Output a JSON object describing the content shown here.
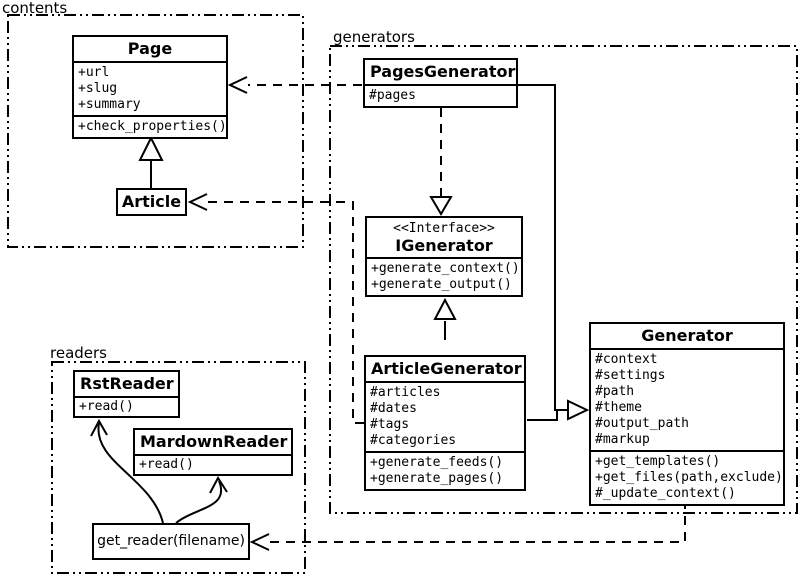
{
  "packages": {
    "contents": {
      "label": "contents"
    },
    "generators": {
      "label": "generators"
    },
    "readers": {
      "label": "readers"
    }
  },
  "classes": {
    "page": {
      "title": "Page",
      "attrs": [
        "+url",
        "+slug",
        "+summary"
      ],
      "methods": [
        "+check_properties()"
      ]
    },
    "article": {
      "title": "Article"
    },
    "pages_generator": {
      "title": "PagesGenerator",
      "attrs": [
        "#pages"
      ]
    },
    "igenerator": {
      "stereotype": "<<Interface>>",
      "title": "IGenerator",
      "methods": [
        "+generate_context()",
        "+generate_output()"
      ]
    },
    "article_generator": {
      "title": "ArticleGenerator",
      "attrs": [
        "#articles",
        "#dates",
        "#tags",
        "#categories"
      ],
      "methods": [
        "+generate_feeds()",
        "+generate_pages()"
      ]
    },
    "generator": {
      "title": "Generator",
      "attrs": [
        "#context",
        "#settings",
        "#path",
        "#theme",
        "#output_path",
        "#markup"
      ],
      "methods": [
        "+get_templates()",
        "+get_files(path,exclude)",
        "#_update_context()"
      ]
    },
    "rst_reader": {
      "title": "RstReader",
      "methods": [
        "+read()"
      ]
    },
    "mardown_reader": {
      "title": "MardownReader",
      "methods": [
        "+read()"
      ]
    },
    "get_reader": {
      "label": "get_reader(filename)"
    }
  },
  "relations": {
    "pagesgenerator_to_page": "dashed dependency",
    "articlegenerator_to_article": "dashed dependency",
    "article_to_page": "inheritance",
    "pagesgenerator_to_igenerator": "dashed realization",
    "articlegenerator_to_igenerator": "realization",
    "generators_to_generator": "inheritance",
    "generator_to_getreader": "dashed dependency",
    "getreader_to_rstreader": "arrow",
    "getreader_to_mardownreader": "arrow"
  },
  "colors": {
    "line": "#000000",
    "background": "#ffffff"
  }
}
